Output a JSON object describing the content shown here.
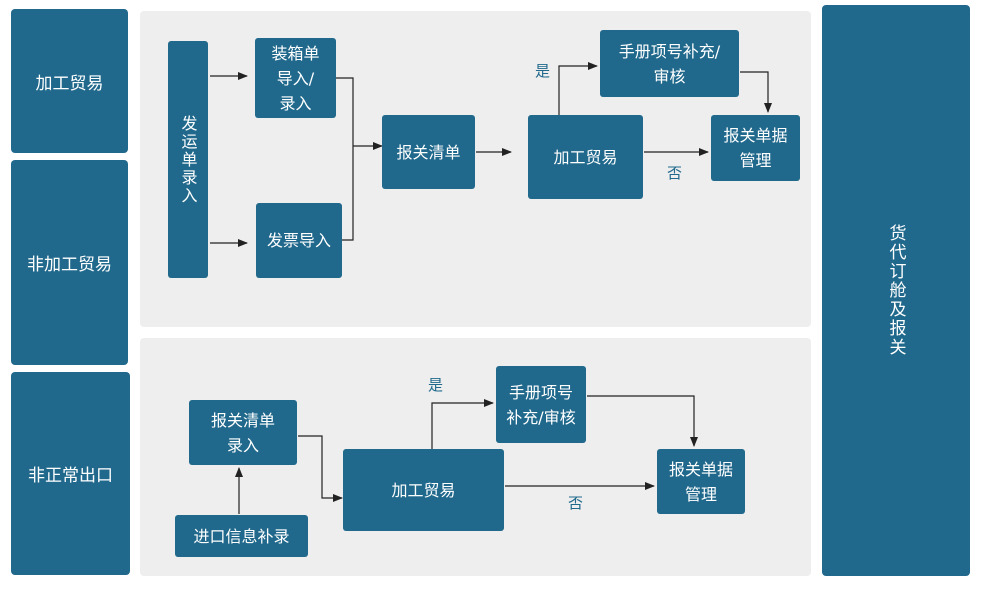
{
  "left_labels": [
    "加工贸易",
    "非加工贸易",
    "非正常出口"
  ],
  "right_label": "货代订舱及报关",
  "top": {
    "dispatch_entry": "发运单录入",
    "packing_import": "装箱单\n导入/\n录入",
    "invoice_import": "发票导入",
    "customs_list": "报关清单",
    "processing_trade": "加工贸易",
    "manual_supplement": "手册项号补充/\n审核",
    "customs_docs": "报关单据\n管理",
    "yes": "是",
    "no": "否"
  },
  "bottom": {
    "customs_list_entry": "报关清单\n录入",
    "import_info": "进口信息补录",
    "processing_trade": "加工贸易",
    "manual_supplement": "手册项号\n补充/审核",
    "customs_docs": "报关单据\n管理",
    "yes": "是",
    "no": "否"
  },
  "colors": {
    "node": "#20698c",
    "panel": "#eeeeee",
    "line": "#222222"
  }
}
